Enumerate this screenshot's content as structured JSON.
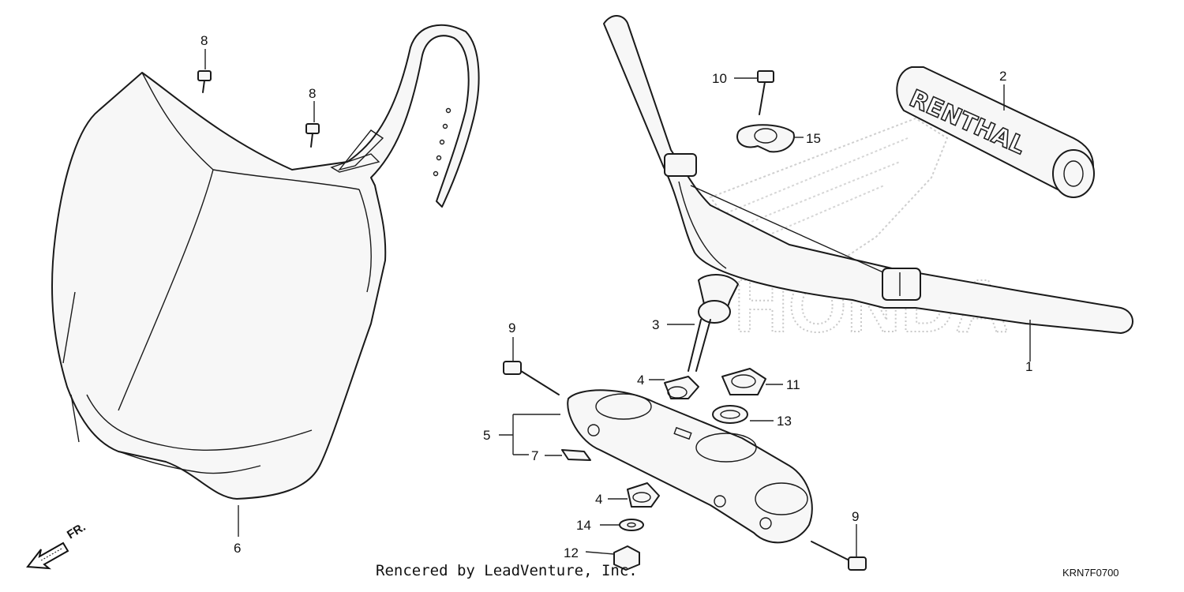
{
  "credit": "Rencered by LeadVenture, Inc.",
  "diagram_code": "KRN7F0700",
  "direction_label": "FR.",
  "grip_brand": "RENTHAL",
  "watermark": "HONDA",
  "callouts": {
    "c1": "1",
    "c2": "2",
    "c3": "3",
    "c4a": "4",
    "c4b": "4",
    "c5": "5",
    "c6": "6",
    "c7": "7",
    "c8a": "8",
    "c8b": "8",
    "c9a": "9",
    "c9b": "9",
    "c10": "10",
    "c11": "11",
    "c12": "12",
    "c13": "13",
    "c14": "14",
    "c15": "15"
  }
}
